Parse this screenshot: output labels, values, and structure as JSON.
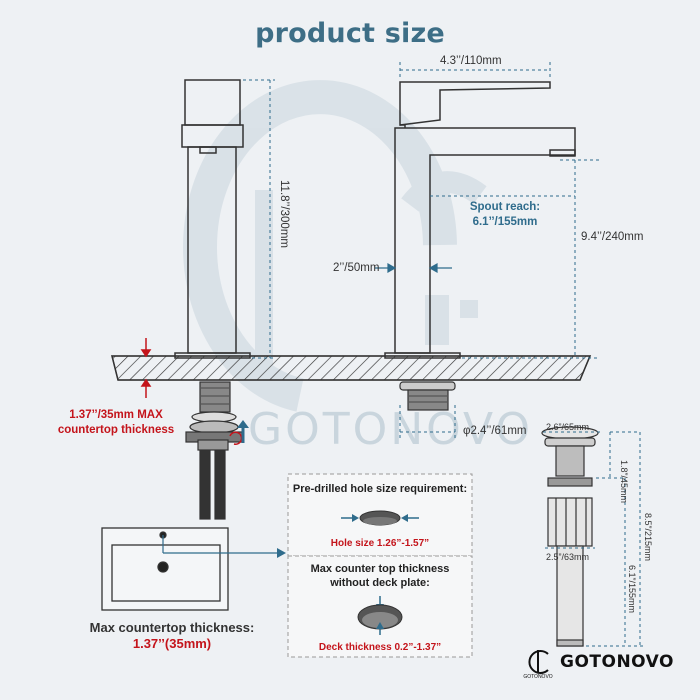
{
  "title": "product size",
  "dimensions": {
    "spout_width": "4.3’’/110mm",
    "total_height": "11.8’’/300mm",
    "spout_reach_label": "Spout reach:",
    "spout_reach_value": "6.1’’/155mm",
    "spout_height": "9.4’’/240mm",
    "body_width": "2’’/50mm",
    "base_diameter": "φ2.4’’/61mm",
    "countertop_max": "1.37’’/35mm MAX",
    "countertop_max_sub": "countertop thickness"
  },
  "drain": {
    "cap_width": "2.6”/65mm",
    "cap_height": "1.8”/45mm",
    "total_height": "8.5”/215mm",
    "body_width": "2.5”/63mm",
    "body_height": "6.1”/155mm"
  },
  "hole_panel": {
    "title": "Pre-drilled hole size requirement:",
    "value": "Hole size 1.26”-1.57”"
  },
  "deck_panel": {
    "title_line1": "Max counter top thickness",
    "title_line2": "without deck plate:",
    "value": "Deck thickness 0.2”-1.37”"
  },
  "max_countertop": {
    "label": "Max countertop thickness:",
    "value": "1.37’’(35mm)"
  },
  "brand": {
    "name": "GOTONOVO",
    "mark_text": "GOTONOVO",
    "watermark": "GOTONOVO"
  },
  "colors": {
    "accent_blue": "#3d6e86",
    "dim_blue": "#2f6c8c",
    "red": "#c4141b",
    "line": "#333333"
  },
  "icons": [
    "faucet-side-view",
    "faucet-front-view",
    "drain-assembly",
    "sink-basin",
    "arrow-icon"
  ]
}
